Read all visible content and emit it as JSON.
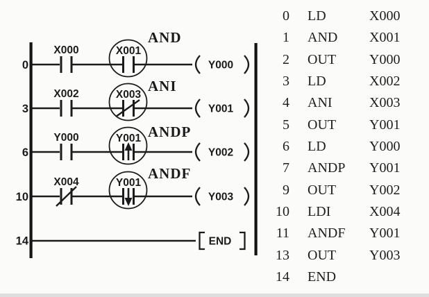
{
  "colors": {
    "ink": "#1b1b1b",
    "background": "#fbfbf9"
  },
  "ladder": {
    "rungs": [
      {
        "step": "0",
        "contact1_label": "X000",
        "contact1_type": "normally-open",
        "contact2_label": "X001",
        "contact2_type": "normally-open",
        "instruction_tag": "AND",
        "coil_label": "Y000"
      },
      {
        "step": "3",
        "contact1_label": "X002",
        "contact1_type": "normally-open",
        "contact2_label": "X003",
        "contact2_type": "normally-closed",
        "instruction_tag": "ANI",
        "coil_label": "Y001"
      },
      {
        "step": "6",
        "contact1_label": "Y000",
        "contact1_type": "normally-open",
        "contact2_label": "Y001",
        "contact2_type": "rising-edge",
        "instruction_tag": "ANDP",
        "coil_label": "Y002"
      },
      {
        "step": "10",
        "contact1_label": "X004",
        "contact1_type": "normally-closed",
        "contact2_label": "Y001",
        "contact2_type": "falling-edge",
        "instruction_tag": "ANDF",
        "coil_label": "Y003"
      },
      {
        "step": "14",
        "end_label": "END"
      }
    ]
  },
  "instruction_list": {
    "rows": [
      {
        "step": "0",
        "mnemonic": "LD",
        "operand": "X000"
      },
      {
        "step": "1",
        "mnemonic": "AND",
        "operand": "X001"
      },
      {
        "step": "2",
        "mnemonic": "OUT",
        "operand": "Y000"
      },
      {
        "step": "3",
        "mnemonic": "LD",
        "operand": "X002"
      },
      {
        "step": "4",
        "mnemonic": "ANI",
        "operand": "X003"
      },
      {
        "step": "5",
        "mnemonic": "OUT",
        "operand": "Y001"
      },
      {
        "step": "6",
        "mnemonic": "LD",
        "operand": "Y000"
      },
      {
        "step": "7",
        "mnemonic": "ANDP",
        "operand": "Y001"
      },
      {
        "step": "9",
        "mnemonic": "OUT",
        "operand": "Y002"
      },
      {
        "step": "10",
        "mnemonic": "LDI",
        "operand": "X004"
      },
      {
        "step": "11",
        "mnemonic": "ANDF",
        "operand": "Y001"
      },
      {
        "step": "13",
        "mnemonic": "OUT",
        "operand": "Y003"
      },
      {
        "step": "14",
        "mnemonic": "END",
        "operand": ""
      }
    ]
  }
}
